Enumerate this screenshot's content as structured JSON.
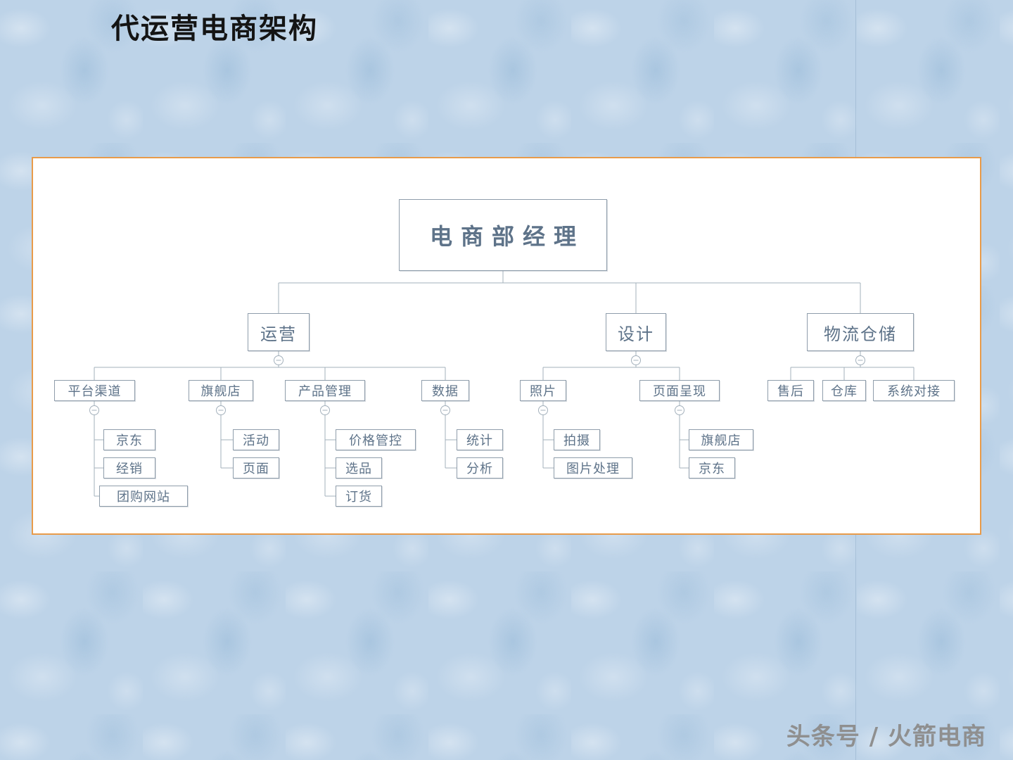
{
  "slide": {
    "title": "代运营电商架构",
    "watermark": "头条号 / 火箭电商"
  },
  "icons": {
    "collapse_toggle": "minus-circle"
  },
  "colors": {
    "background": "#bdd3e8",
    "panel_border": "#e89b4a",
    "node_border": "#8f9dab",
    "node_text": "#5e7389",
    "connector": "#a3b0bb",
    "title_text": "#141414",
    "watermark_text": "#8f8f8f"
  },
  "org": {
    "nodes": {
      "manager": "电商部经理",
      "ops": "运营",
      "design": "设计",
      "logistics": "物流仓储",
      "platform_channel": "平台渠道",
      "flagship_store": "旗舰店",
      "product_mgmt": "产品管理",
      "data": "数据",
      "photo": "照片",
      "page_render": "页面呈现",
      "after_sales": "售后",
      "warehouse": "仓库",
      "system_integration": "系统对接",
      "jd_a": "京东",
      "distribution": "经销",
      "groupbuy_site": "团购网站",
      "activity": "活动",
      "page": "页面",
      "price_control": "价格管控",
      "product_selection": "选品",
      "ordering": "订货",
      "statistics": "统计",
      "analysis": "分析",
      "shooting": "拍摄",
      "image_processing": "图片处理",
      "flagship_b": "旗舰店",
      "jd_b": "京东"
    }
  }
}
